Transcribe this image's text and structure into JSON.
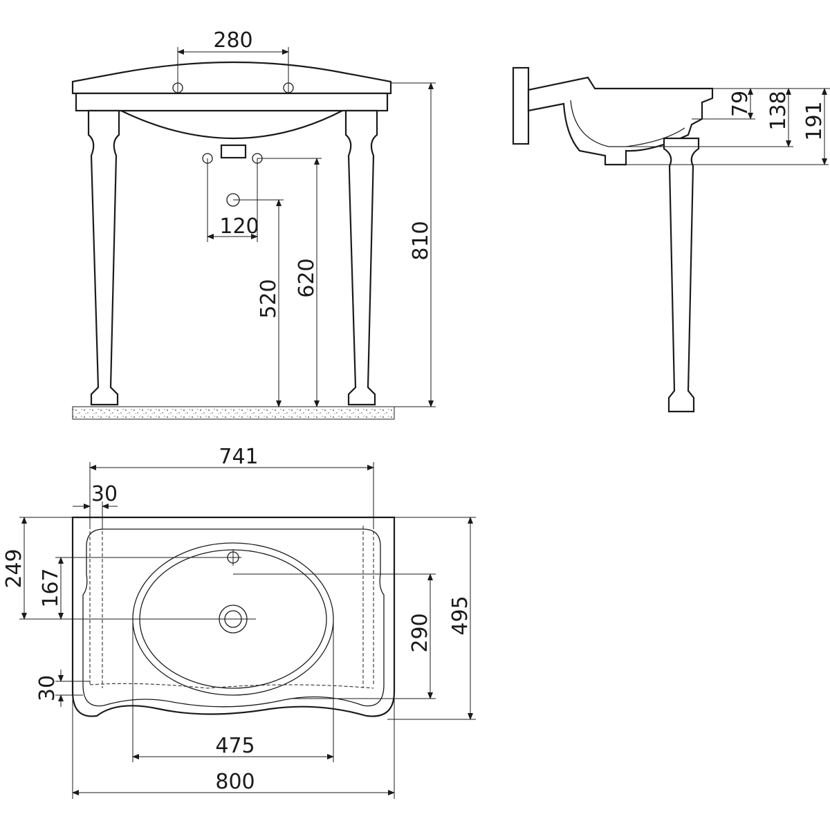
{
  "title": "Washbasin with console legs - dimension drawing",
  "units": "mm",
  "front_view": {
    "tap_spacing": "280",
    "waste_spacing": "120",
    "waste_height": "520",
    "supply_height": "620",
    "total_height": "810"
  },
  "side_view": {
    "bowl_depth": "79",
    "basin_depth": "138",
    "overall_depth": "191"
  },
  "plan_view": {
    "leg_spacing": "741",
    "leg_offset": "30",
    "drain_from_back": "249",
    "drain_from_tap": "167",
    "bowl_depth": "290",
    "total_depth": "495",
    "front_offset": "30",
    "bowl_width": "475",
    "total_width": "800"
  }
}
